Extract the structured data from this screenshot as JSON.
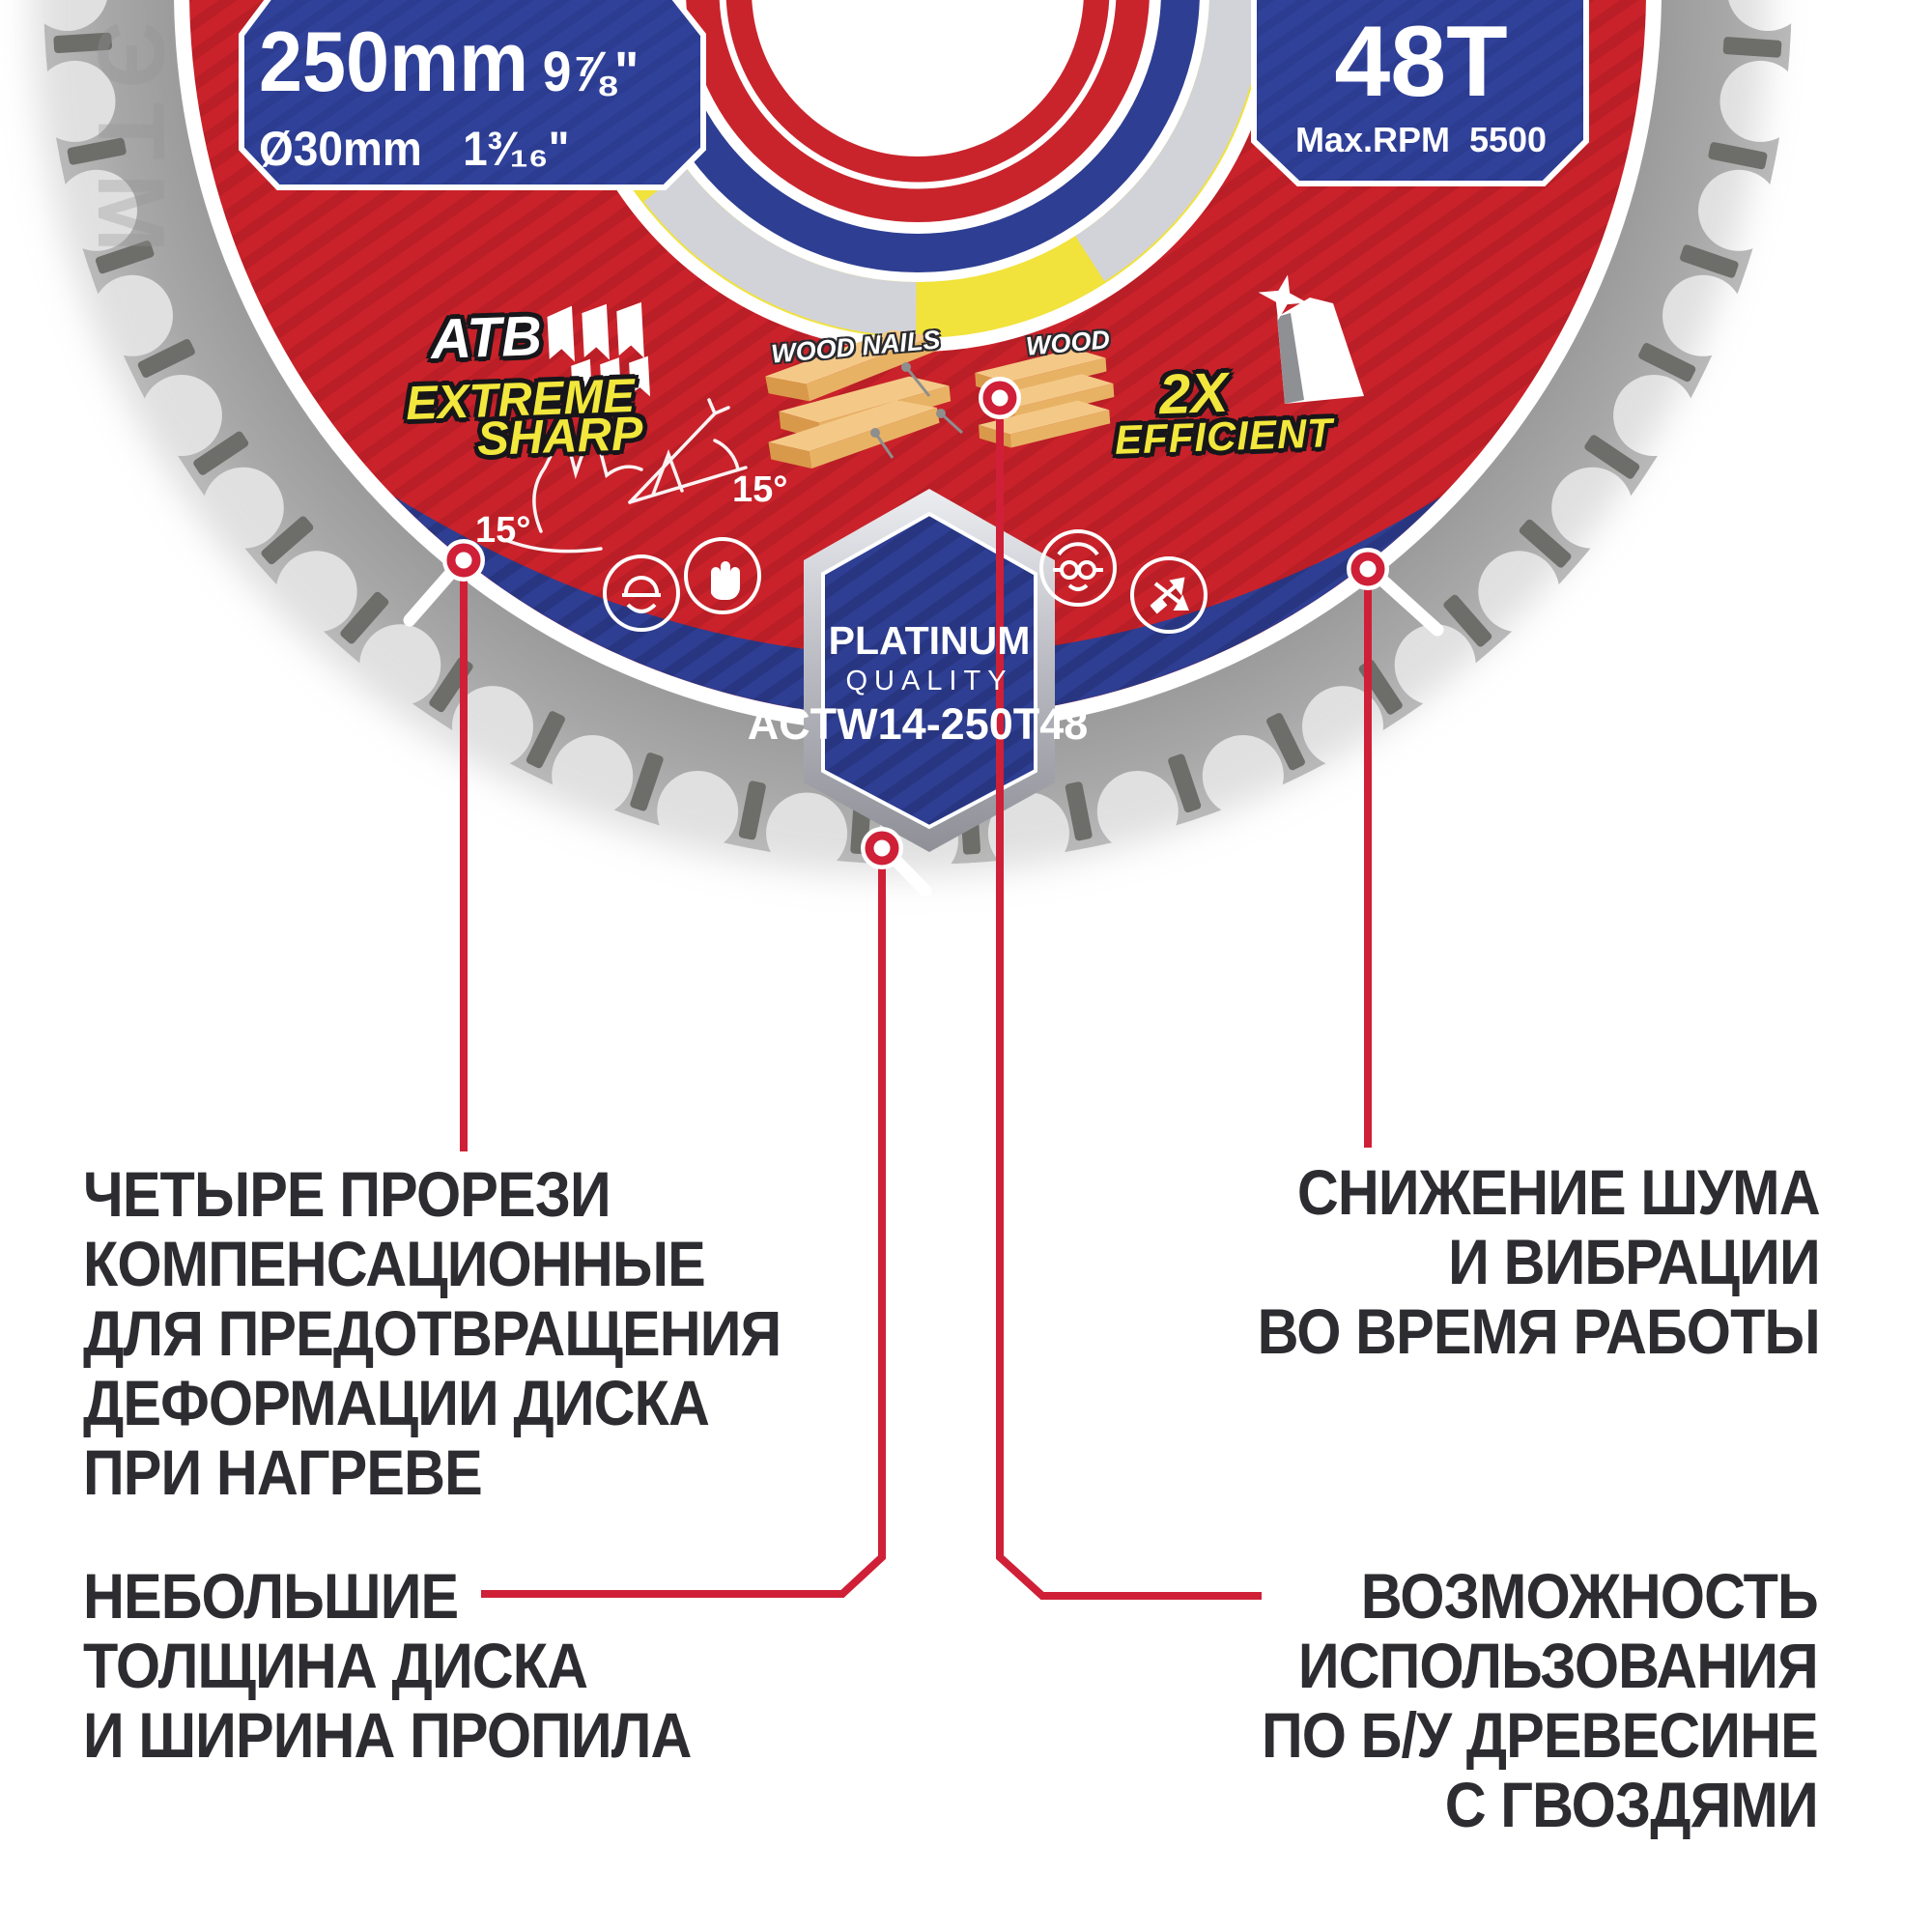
{
  "watermark": "ЭТМ",
  "colors": {
    "label_red": "#c9242c",
    "label_blue": "#2e3e92",
    "accent_red": "#cf2038",
    "steel_grey": "#9b9b9b",
    "badge_yellow": "#f2e73c",
    "feature_text": "#2d2c31"
  },
  "blade": {
    "size_panel": {
      "size_mm": "250mm",
      "size_in": "9⅞\"",
      "bore": "Ø30mm",
      "bore_in": "1³∕₁₆\""
    },
    "tooth_panel": {
      "teeth": "48T",
      "rpm_label": "Max.RPM",
      "rpm_value": "5500"
    },
    "atb_badge": {
      "line1": "ATB",
      "line2": "EXTREME",
      "line3": "SHARP"
    },
    "materials": {
      "wood_nails": "WOOD NAILS",
      "wood": "WOOD"
    },
    "efficiency": {
      "multiplier": "2X",
      "label": "EFFICIENT"
    },
    "angles": {
      "left": "15°",
      "right": "15°"
    },
    "quality_badge": {
      "line1": "PLATINUM",
      "line2": "QUALITY"
    },
    "model": "ACTW14-250T48"
  },
  "icons": {
    "safety": [
      "hard-hat-icon",
      "gloves-icon",
      "goggles-icon",
      "kickback-arrows-icon"
    ],
    "badges": [
      "saw-teeth-icon",
      "sharp-tooth-sparkle-icon",
      "wood-planks-nails-icon",
      "wood-planks-icon",
      "rotation-arrows-ring-icon"
    ]
  },
  "callouts": {
    "expansion_slots": {
      "lines": [
        "ЧЕТЫРЕ ПРОРЕЗИ",
        "КОМПЕНСАЦИОННЫЕ",
        "ДЛЯ ПРЕДОТВРАЩЕНИЯ",
        "ДЕФОРМАЦИИ ДИСКА",
        "ПРИ НАГРЕВЕ"
      ]
    },
    "noise": {
      "lines": [
        "СНИЖЕНИЕ ШУМА",
        "И ВИБРАЦИИ",
        "ВО ВРЕМЯ РАБОТЫ"
      ]
    },
    "thin_kerf": {
      "lines": [
        "НЕБОЛЬШИЕ",
        "ТОЛЩИНА ДИСКА",
        "И ШИРИНА ПРОПИЛА"
      ]
    },
    "used_wood": {
      "lines": [
        "ВОЗМОЖНОСТЬ",
        "ИСПОЛЬЗОВАНИЯ",
        "ПО Б/У ДРЕВЕСИНЕ",
        "С ГВОЗДЯМИ"
      ]
    }
  }
}
